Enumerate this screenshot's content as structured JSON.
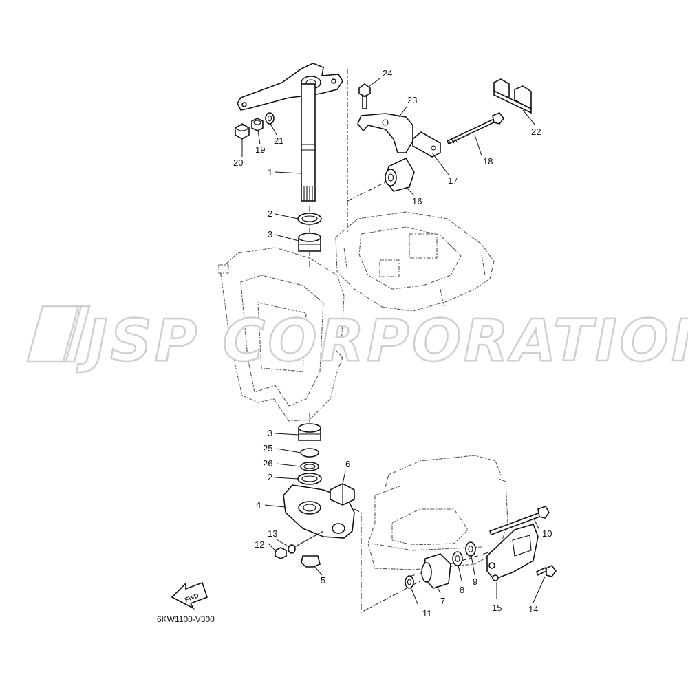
{
  "watermark": "JSP CORPORATION",
  "diagram_code": "6KW1100-V300",
  "fwd_label": "FWD",
  "callouts": {
    "c1": "1",
    "c2a": "2",
    "c2b": "2",
    "c3a": "3",
    "c3b": "3",
    "c4": "4",
    "c5": "5",
    "c6": "6",
    "c7": "7",
    "c8": "8",
    "c9": "9",
    "c10": "10",
    "c11": "11",
    "c12": "12",
    "c13": "13",
    "c14": "14",
    "c15": "15",
    "c16": "16",
    "c17": "17",
    "c18": "18",
    "c19": "19",
    "c20": "20",
    "c21": "21",
    "c22": "22",
    "c23": "23",
    "c24": "24",
    "c25": "25",
    "c26": "26"
  }
}
